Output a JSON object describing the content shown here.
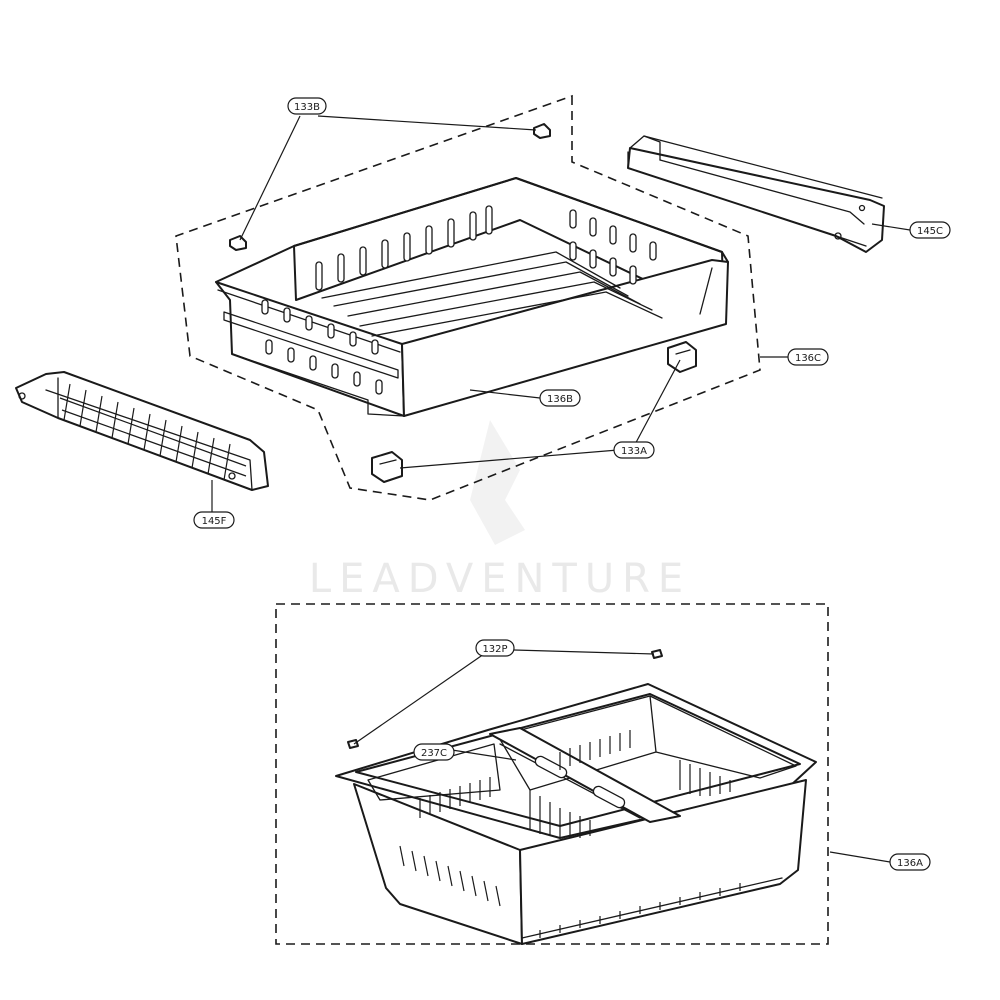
{
  "diagram": {
    "watermark": "LEADVENTURE",
    "callouts": [
      {
        "id": "133B",
        "label": "133B"
      },
      {
        "id": "145C",
        "label": "145C"
      },
      {
        "id": "136C",
        "label": "136C"
      },
      {
        "id": "136B",
        "label": "136B"
      },
      {
        "id": "133A",
        "label": "133A"
      },
      {
        "id": "145F",
        "label": "145F"
      },
      {
        "id": "132P",
        "label": "132P"
      },
      {
        "id": "237C",
        "label": "237C"
      },
      {
        "id": "136A",
        "label": "136A"
      }
    ]
  }
}
